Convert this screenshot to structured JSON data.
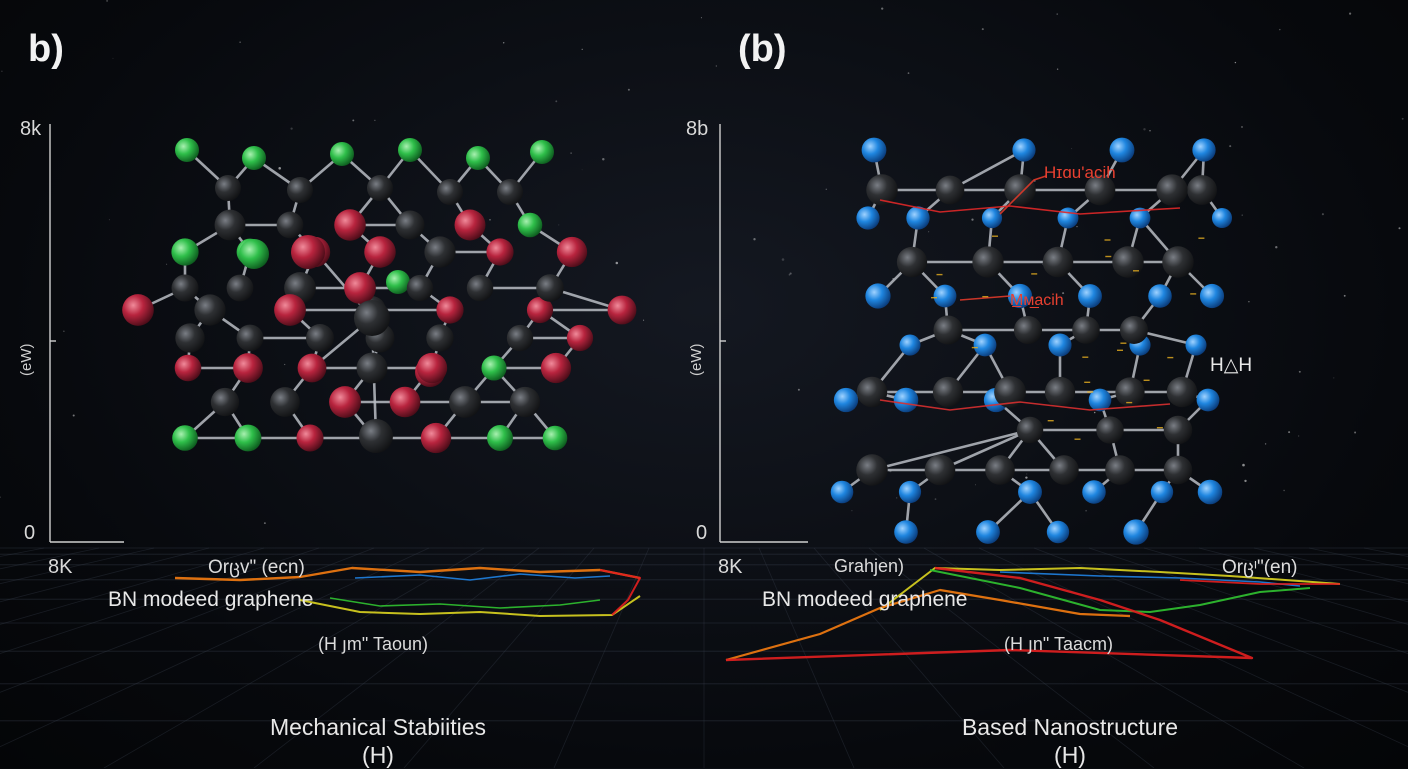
{
  "left_panel": {
    "panel_label": "b)",
    "y_top_tick": "8k",
    "y_axis_title": "(eW)",
    "y_zero": "0",
    "x_tick": "8K",
    "trace_label": "Orცv\" (ecn)",
    "material_label": "BN modeed graphene",
    "path_label": "(H յm\" Taoun)",
    "caption_line1": "Mechanical Stabiities",
    "caption_line2": "(H)"
  },
  "right_panel": {
    "panel_label": "(b)",
    "y_top_tick": "8b",
    "y_axis_title": "(eW)",
    "y_zero": "0",
    "x_tick": "8K",
    "trace_label_left": "Grahjen)",
    "trace_label_right": "Orცᶦ\"(en)",
    "material_label": "BN modeed graphene",
    "path_label": "(H յn\" Taacm)",
    "annotation_top": "Hɪɑu'acih",
    "annotation_mid": "M̲ᴍ̲acih",
    "annotation_side": "H△H",
    "caption_line1": "Based Nanostructure",
    "caption_line2": "(H)"
  },
  "colors": {
    "carbon": "#2e3033",
    "nitrogen_green": "#2fbf4a",
    "boron_red": "#b8243e",
    "hydrogen_blue": "#1f86e0",
    "bond": "#b9bdc4",
    "trace_red": "#e02020",
    "trace_orange": "#f07a10",
    "trace_yellow": "#d8d020",
    "trace_green": "#30c030",
    "trace_blue": "#2080e0"
  }
}
